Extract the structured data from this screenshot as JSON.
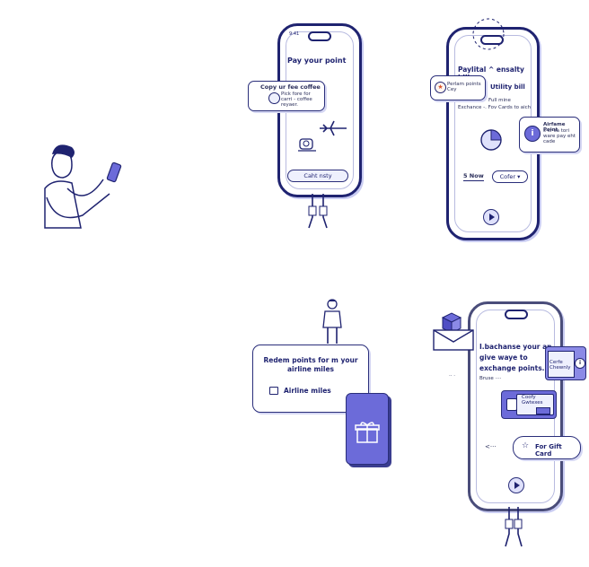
{
  "phone1": {
    "status_time": "9:41",
    "title": "Pay your point",
    "bubble_title": "Copy ur fee coffee",
    "bubble_text": "Pick fore for carri - coffee reyaer.",
    "button_label": "Caht nsty"
  },
  "phone2": {
    "title": "Paylital ^ ensalty bill",
    "badge_text": "Perlam points Cey",
    "utility_title": "Utility bill",
    "utility_sub": "Full mine",
    "line_text": "Exchance -. Fov Cards to aich",
    "airline_title": "Airfame Point",
    "airline_text": "s-cr-sa tori ware pay eht cade",
    "tab_left": "5 Now",
    "tab_right": "Cofer"
  },
  "redeem_card": {
    "title": "Redem points for m your airline miles",
    "airline_label": "Airline miles"
  },
  "phone3": {
    "headline": "I.bachanse your an give waye to exchange points.'",
    "sub": "Bruse ····",
    "card_title": "Coofy Gwtexes",
    "side_label": "Cerfe Chewnly",
    "gift_label": "For Gift Card",
    "dots": "·· ·",
    "arrow": "<···"
  },
  "colors": {
    "ink": "#1f2370",
    "accent": "#6c6bd9",
    "soft": "#dfe1fb"
  }
}
